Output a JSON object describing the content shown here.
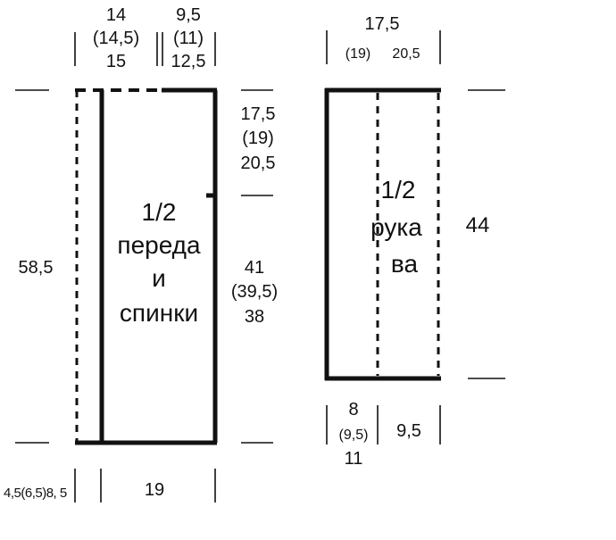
{
  "colors": {
    "line": "#111111",
    "background": "#ffffff"
  },
  "body_piece": {
    "title_lines": [
      "1/2",
      "переда",
      "и",
      "спинки"
    ],
    "top_neck": [
      "14",
      "(14,5)",
      "15"
    ],
    "top_shoulder": [
      "9,5",
      "(11)",
      "12,5"
    ],
    "armhole": [
      "17,5",
      "(19)",
      "20,5"
    ],
    "side_length": [
      "41",
      "(39,5)",
      "38"
    ],
    "total_length": "58,5",
    "bottom_left": "4,5(6,5)8, 5",
    "bottom_width": "19"
  },
  "sleeve_piece": {
    "title_lines": [
      "1/2",
      "рука",
      "ва"
    ],
    "top_width_main": "17,5",
    "top_width_sub": [
      "(19)",
      "20,5"
    ],
    "length": "44",
    "bottom_left": [
      "8",
      "(9,5)",
      "11"
    ],
    "bottom_right": "9,5"
  }
}
